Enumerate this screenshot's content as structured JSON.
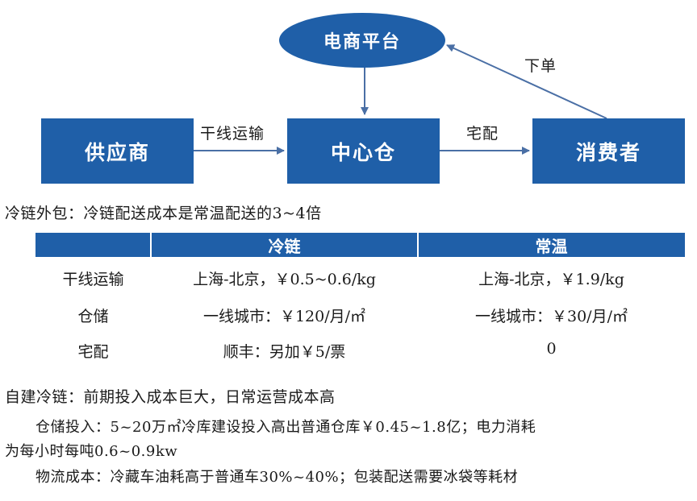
{
  "diagram": {
    "platform": "电商平台",
    "supplier": "供应商",
    "warehouse": "中心仓",
    "consumer": "消费者",
    "edge_trunk": "干线运输",
    "edge_delivery": "宅配",
    "edge_order": "下单"
  },
  "outsourcing": {
    "title": "冷链外包：冷链配送成本是常温配送的3~4倍"
  },
  "table": {
    "headers": [
      "",
      "冷链",
      "常温"
    ],
    "rows": [
      [
        "干线运输",
        "上海-北京，￥0.5~0.6/kg",
        "上海-北京，￥1.9/kg"
      ],
      [
        "仓储",
        "一线城市：￥120/月/㎡",
        "一线城市：￥30/月/㎡"
      ],
      [
        "宅配",
        "顺丰：另加￥5/票",
        "0"
      ]
    ]
  },
  "self_built": {
    "title": "自建冷链：前期投入成本巨大，日常运营成本高",
    "line1": "仓储投入：5~20万㎡冷库建设投入高出普通仓库￥0.45~1.8亿；电力消耗",
    "line2": "为每小时每吨0.6~0.9kw",
    "line3": "物流成本：冷藏车油耗高于普通车30%~40%；包装配送需要冰袋等耗材"
  },
  "colors": {
    "accent": "#1f5fa8",
    "arrow": "#4a6fa5"
  }
}
